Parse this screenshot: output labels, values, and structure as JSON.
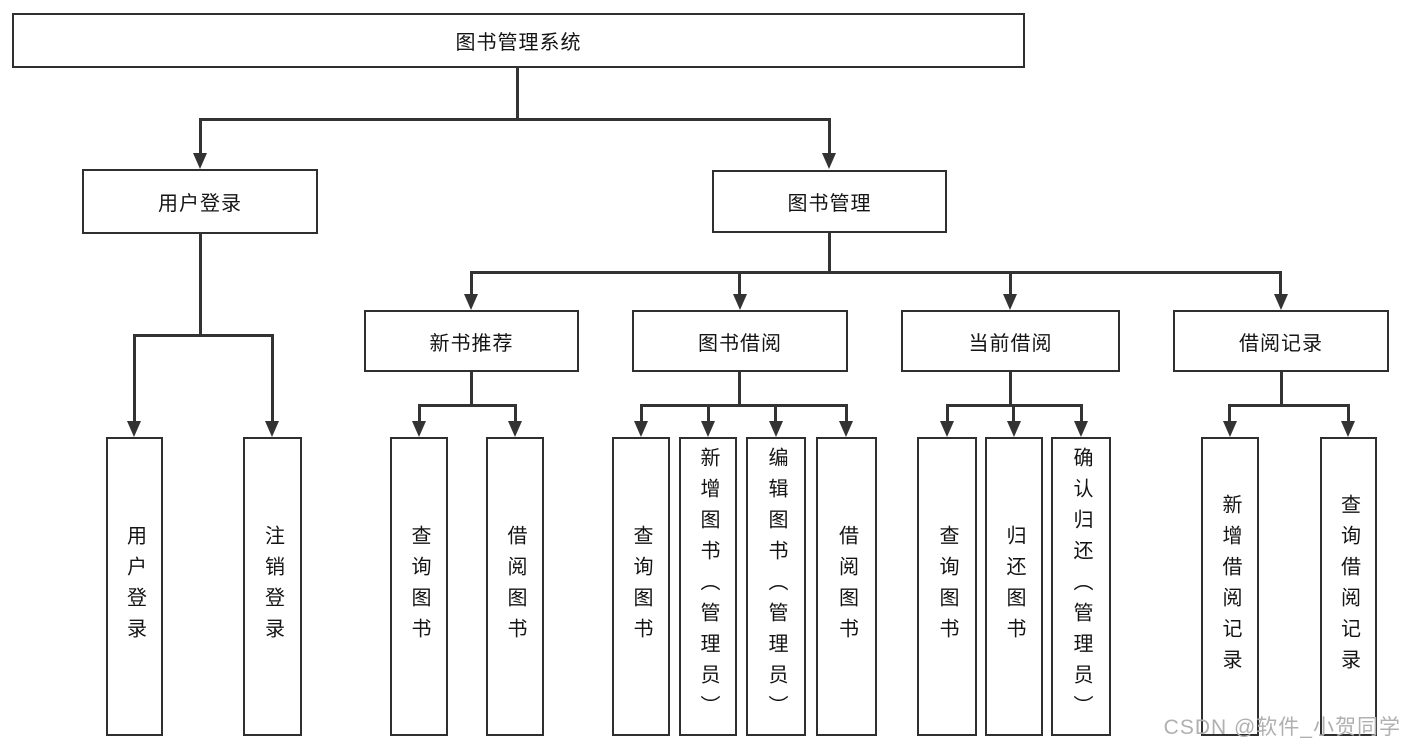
{
  "tree": {
    "label": "图书管理系统",
    "children": [
      {
        "label": "用户登录",
        "children": [
          {
            "label": "用户登录"
          },
          {
            "label": "注销登录"
          }
        ]
      },
      {
        "label": "图书管理",
        "children": [
          {
            "label": "新书推荐",
            "children": [
              {
                "label": "查询图书"
              },
              {
                "label": "借阅图书"
              }
            ]
          },
          {
            "label": "图书借阅",
            "children": [
              {
                "label": "查询图书"
              },
              {
                "label": "新增图书（管理员）"
              },
              {
                "label": "编辑图书（管理员）"
              },
              {
                "label": "借阅图书"
              }
            ]
          },
          {
            "label": "当前借阅",
            "children": [
              {
                "label": "查询图书"
              },
              {
                "label": "归还图书"
              },
              {
                "label": "确认归还（管理员）"
              }
            ]
          },
          {
            "label": "借阅记录",
            "children": [
              {
                "label": "新增借阅记录"
              },
              {
                "label": "查询借阅记录"
              }
            ]
          }
        ]
      }
    ]
  },
  "watermark": {
    "text": "CSDN @软件_小贺同学"
  },
  "colors": {
    "line": "#333333",
    "box_border": "#2f2f2f",
    "box_fill": "#ffffff",
    "text": "#141414",
    "watermark": "#b0b0b0"
  }
}
